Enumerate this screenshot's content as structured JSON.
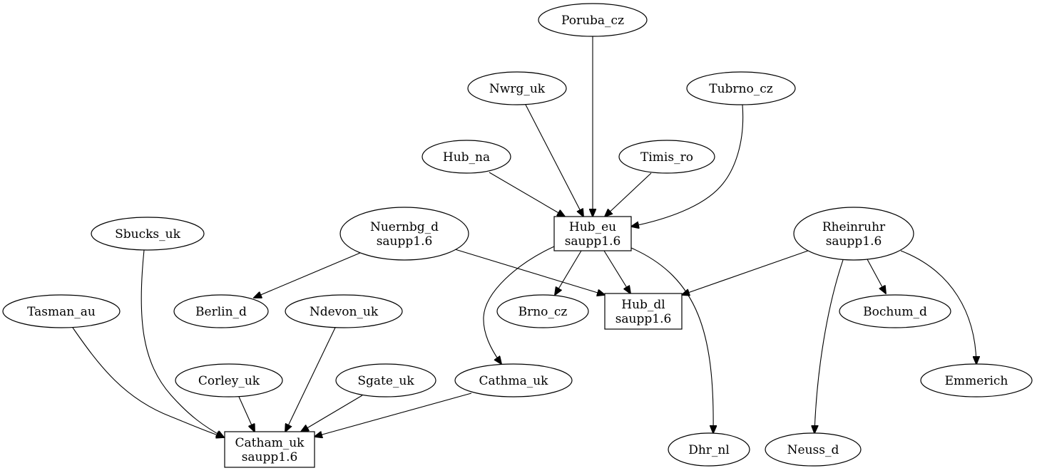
{
  "nodes": [
    {
      "id": "poruba_cz",
      "lines": [
        "Poruba_cz"
      ],
      "shape": "ellipse"
    },
    {
      "id": "nwrg_uk",
      "lines": [
        "Nwrg_uk"
      ],
      "shape": "ellipse"
    },
    {
      "id": "tubrno_cz",
      "lines": [
        "Tubrno_cz"
      ],
      "shape": "ellipse"
    },
    {
      "id": "hub_na",
      "lines": [
        "Hub_na"
      ],
      "shape": "ellipse"
    },
    {
      "id": "timis_ro",
      "lines": [
        "Timis_ro"
      ],
      "shape": "ellipse"
    },
    {
      "id": "hub_eu",
      "lines": [
        "Hub_eu",
        "saupp1.6"
      ],
      "shape": "box"
    },
    {
      "id": "sbucks_uk",
      "lines": [
        "Sbucks_uk"
      ],
      "shape": "ellipse"
    },
    {
      "id": "nuernbg_d",
      "lines": [
        "Nuernbg_d",
        "saupp1.6"
      ],
      "shape": "ellipse"
    },
    {
      "id": "rheinruhr",
      "lines": [
        "Rheinruhr",
        "saupp1.6"
      ],
      "shape": "ellipse"
    },
    {
      "id": "tasman_au",
      "lines": [
        "Tasman_au"
      ],
      "shape": "ellipse"
    },
    {
      "id": "berlin_d",
      "lines": [
        "Berlin_d"
      ],
      "shape": "ellipse"
    },
    {
      "id": "ndevon_uk",
      "lines": [
        "Ndevon_uk"
      ],
      "shape": "ellipse"
    },
    {
      "id": "brno_cz",
      "lines": [
        "Brno_cz"
      ],
      "shape": "ellipse"
    },
    {
      "id": "hub_dl",
      "lines": [
        "Hub_dl",
        "saupp1.6"
      ],
      "shape": "box"
    },
    {
      "id": "bochum_d",
      "lines": [
        "Bochum_d"
      ],
      "shape": "ellipse"
    },
    {
      "id": "corley_uk",
      "lines": [
        "Corley_uk"
      ],
      "shape": "ellipse"
    },
    {
      "id": "sgate_uk",
      "lines": [
        "Sgate_uk"
      ],
      "shape": "ellipse"
    },
    {
      "id": "cathma_uk",
      "lines": [
        "Cathma_uk"
      ],
      "shape": "ellipse"
    },
    {
      "id": "emmerich",
      "lines": [
        "Emmerich"
      ],
      "shape": "ellipse"
    },
    {
      "id": "catham_uk",
      "lines": [
        "Catham_uk",
        "saupp1.6"
      ],
      "shape": "box"
    },
    {
      "id": "dhr_nl",
      "lines": [
        "Dhr_nl"
      ],
      "shape": "ellipse"
    },
    {
      "id": "neuss_d",
      "lines": [
        "Neuss_d"
      ],
      "shape": "ellipse"
    }
  ],
  "edges": [
    {
      "from": "poruba_cz",
      "to": "hub_eu"
    },
    {
      "from": "nwrg_uk",
      "to": "hub_eu"
    },
    {
      "from": "tubrno_cz",
      "to": "hub_eu"
    },
    {
      "from": "hub_na",
      "to": "hub_eu"
    },
    {
      "from": "timis_ro",
      "to": "hub_eu"
    },
    {
      "from": "hub_eu",
      "to": "brno_cz"
    },
    {
      "from": "hub_eu",
      "to": "hub_dl"
    },
    {
      "from": "hub_eu",
      "to": "cathma_uk"
    },
    {
      "from": "hub_eu",
      "to": "dhr_nl"
    },
    {
      "from": "nuernbg_d",
      "to": "berlin_d"
    },
    {
      "from": "nuernbg_d",
      "to": "hub_dl"
    },
    {
      "from": "rheinruhr",
      "to": "hub_dl"
    },
    {
      "from": "rheinruhr",
      "to": "bochum_d"
    },
    {
      "from": "rheinruhr",
      "to": "emmerich"
    },
    {
      "from": "rheinruhr",
      "to": "neuss_d"
    },
    {
      "from": "sbucks_uk",
      "to": "catham_uk"
    },
    {
      "from": "tasman_au",
      "to": "catham_uk"
    },
    {
      "from": "corley_uk",
      "to": "catham_uk"
    },
    {
      "from": "ndevon_uk",
      "to": "catham_uk"
    },
    {
      "from": "sgate_uk",
      "to": "catham_uk"
    },
    {
      "from": "cathma_uk",
      "to": "catham_uk"
    }
  ]
}
